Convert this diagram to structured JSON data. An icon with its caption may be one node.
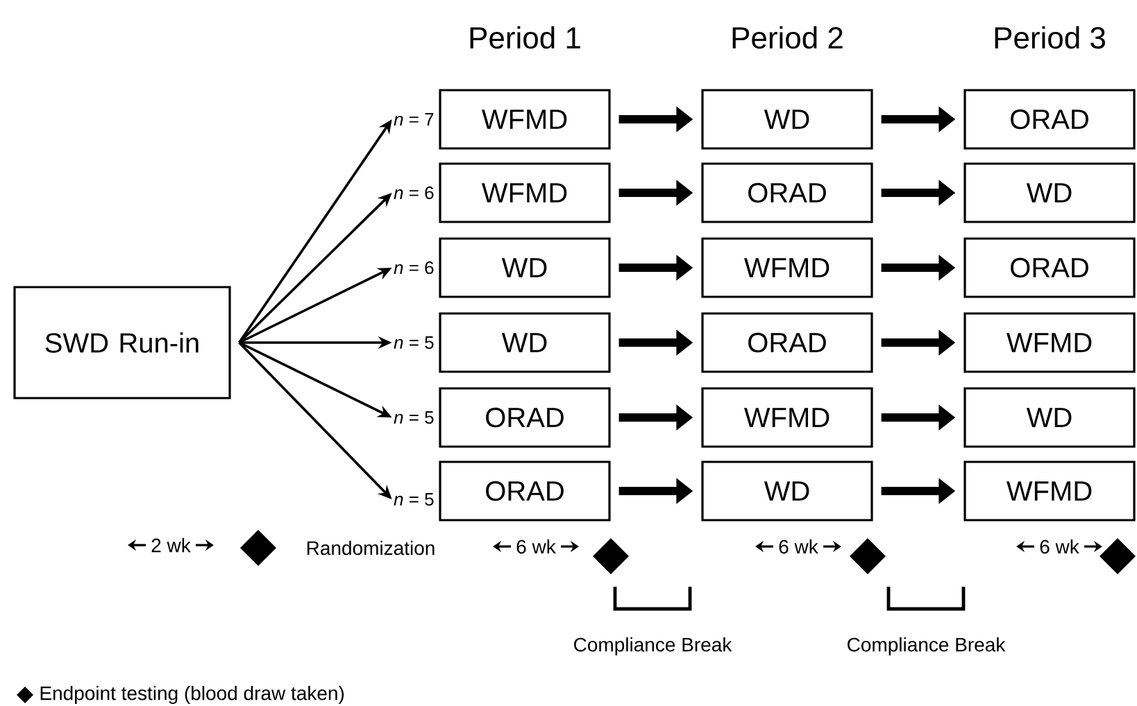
{
  "diagram": {
    "nodes": [
      {
        "text": [
          "SWD Run-in"
        ]
      },
      {
        "text": [
          "*n* = 7"
        ]
      },
      {
        "text": [
          "WFMD"
        ]
      },
      {
        "text": [
          "WD"
        ]
      },
      {
        "text": [
          "ORAD"
        ]
      },
      {
        "text": [
          "*n* = 6"
        ]
      },
      {
        "text": [
          "WFMD"
        ]
      },
      {
        "text": [
          "ORAD"
        ]
      },
      {
        "text": [
          "WD"
        ]
      },
      {
        "text": [
          "*n* = 6"
        ]
      },
      {
        "text": [
          "WD"
        ]
      },
      {
        "text": [
          "WFMD"
        ]
      },
      {
        "text": [
          "ORAD"
        ]
      },
      {
        "text": [
          "*n* = 5"
        ]
      },
      {
        "text": [
          "WD"
        ]
      },
      {
        "text": [
          "ORAD"
        ]
      },
      {
        "text": [
          "WFMD"
        ]
      },
      {
        "text": [
          "*n* = 5"
        ]
      },
      {
        "text": [
          "ORAD"
        ]
      },
      {
        "text": [
          "WFMD"
        ]
      },
      {
        "text": [
          "WD"
        ]
      },
      {
        "text": [
          "*n* = 5"
        ]
      },
      {
        "text": [
          "ORAD"
        ]
      },
      {
        "text": [
          "WD"
        ]
      },
      {
        "text": [
          "WFMD"
        ]
      }
    ],
    "edges": [
      {
        "from": 0,
        "to": 1,
        "arrow": "to"
      },
      {
        "from": 2,
        "to": 3,
        "arrow": "to"
      },
      {
        "from": 3,
        "to": 4,
        "arrow": "to"
      },
      {
        "from": 0,
        "to": 5,
        "arrow": "to"
      },
      {
        "from": 6,
        "to": 7,
        "arrow": "to"
      },
      {
        "from": 7,
        "to": 8,
        "arrow": "to"
      },
      {
        "from": 0,
        "to": 9,
        "arrow": "to"
      },
      {
        "from": 10,
        "to": 11,
        "arrow": "to"
      },
      {
        "from": 11,
        "to": 12,
        "arrow": "to"
      },
      {
        "from": 0,
        "to": 13,
        "arrow": "to"
      },
      {
        "from": 14,
        "to": 15,
        "arrow": "to"
      },
      {
        "from": 15,
        "to": 16,
        "arrow": "to"
      },
      {
        "from": 0,
        "to": 17,
        "arrow": "to"
      },
      {
        "from": 18,
        "to": 19,
        "arrow": "to"
      },
      {
        "from": 19,
        "to": 20,
        "arrow": "to"
      },
      {
        "from": 0,
        "to": 21,
        "arrow": "to"
      },
      {
        "from": 22,
        "to": 23,
        "arrow": "to"
      },
      {
        "from": 23,
        "to": 24,
        "arrow": "to"
      }
    ],
    "labels": [
      "Period 1",
      "Period 2",
      "Period 3",
      "2 wk",
      "Randomization",
      "6 wk",
      "6 wk",
      "6 wk",
      "Compliance Break",
      "Compliance Break"
    ],
    "legend": [
      {
        "text": "Endpoint testing (blood draw taken)"
      }
    ]
  }
}
